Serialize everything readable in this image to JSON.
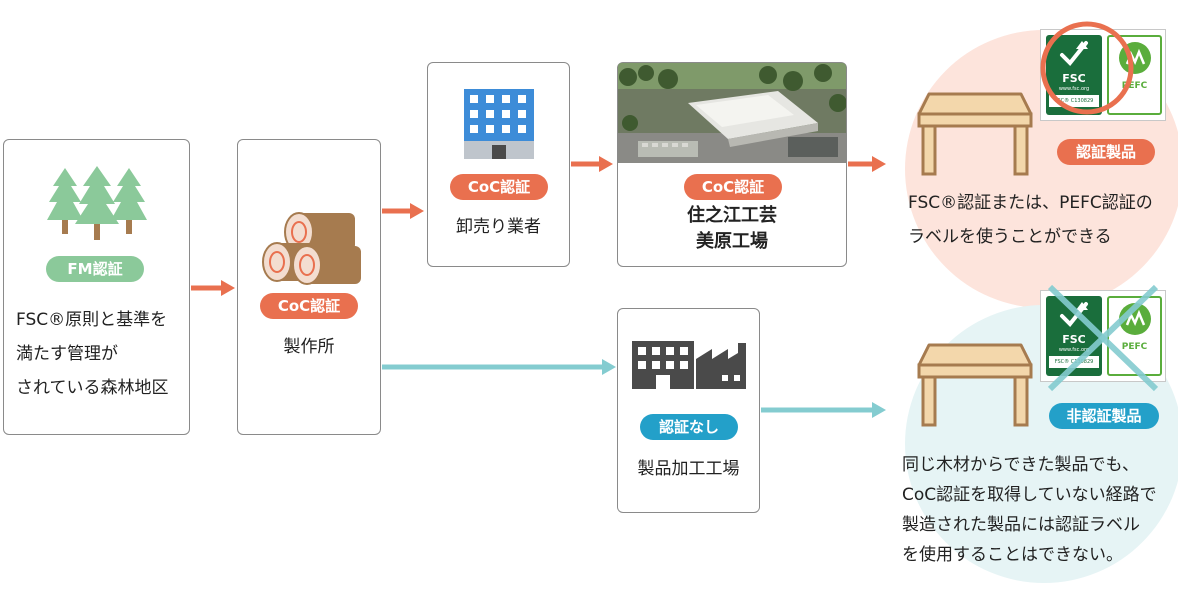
{
  "forest": {
    "badge": "FM認証",
    "lines": [
      "FSC®原則と基準を",
      "満たす管理が",
      "されている森林地区"
    ]
  },
  "sawmill": {
    "badge": "CoC認証",
    "label": "製作所"
  },
  "wholesaler": {
    "badge": "CoC認証",
    "label": "卸売り業者"
  },
  "factory_certified": {
    "badge": "CoC認証",
    "name_lines": [
      "住之江工芸",
      "美原工場"
    ]
  },
  "factory_uncertified": {
    "badge": "認証なし",
    "label": "製品加工工場"
  },
  "certified_product": {
    "badge": "認証製品",
    "lines": [
      "FSC®認証または、PEFC認証の",
      "ラベルを使うことができる"
    ]
  },
  "uncertified_product": {
    "badge": "非認証製品",
    "lines": [
      "同じ木材からできた製品でも、",
      "CoC認証を取得していない経路で",
      "製造された製品には認証ラベル",
      "を使用することはできない。"
    ]
  },
  "labels": {
    "fsc": {
      "brand": "FSC",
      "site": "www.fsc.org",
      "code": "FSC® C130829"
    },
    "pefc": {
      "brand": "PEFC"
    }
  },
  "colors": {
    "coc_badge": "#e9704f",
    "fm_badge": "#8bc99a",
    "none_badge": "#23a0c9",
    "orange_arrow": "#e9704f",
    "teal_arrow": "#84ccd0",
    "fsc_green": "#1a6e3c",
    "pefc_green": "#5aad3c"
  }
}
